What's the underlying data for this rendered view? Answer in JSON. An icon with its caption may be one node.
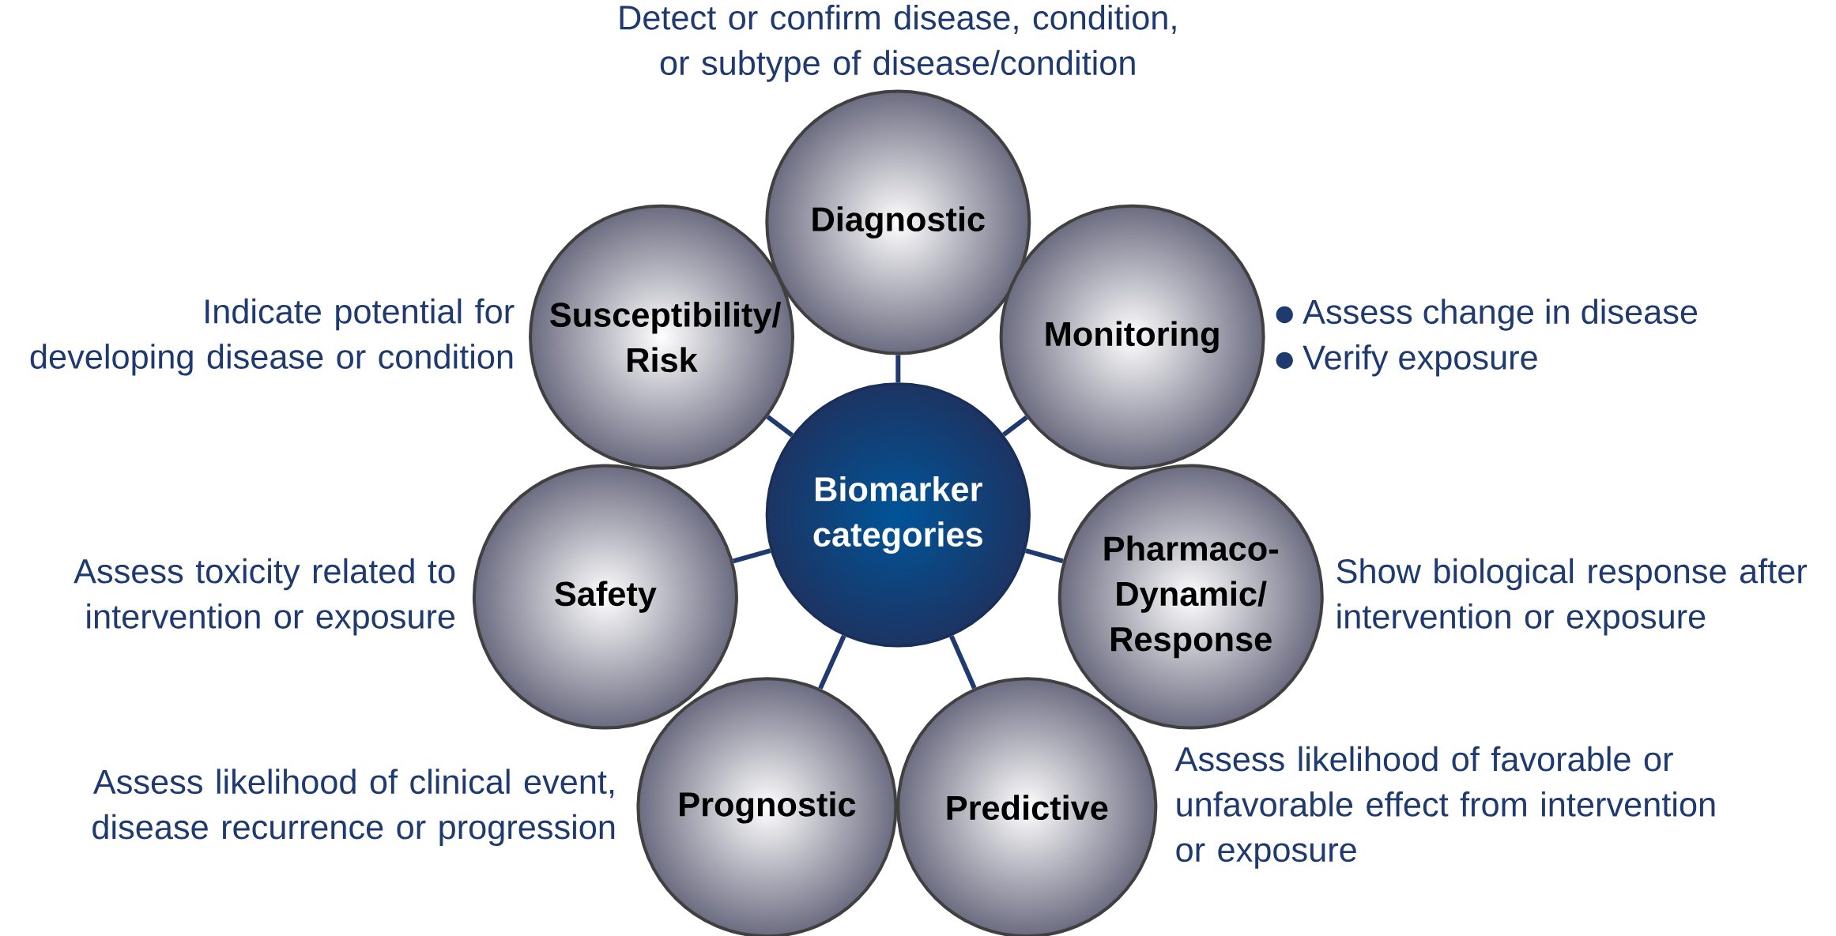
{
  "diagram": {
    "nodes": [
      {
        "text": [
          "Biomarker categories"
        ]
      },
      {
        "text": [
          "Diagnostic"
        ],
        "beside": [
          "Detect or confirm disease, condition, or subtype of disease/condition"
        ]
      },
      {
        "text": [
          "Susceptibility/ Risk"
        ],
        "beside": [
          "Indicate potential for developing disease or condition"
        ]
      },
      {
        "text": [
          "Monitoring"
        ],
        "beside": [
          "Assess change in disease",
          "Verify exposure"
        ]
      },
      {
        "text": [
          "Safety"
        ],
        "beside": [
          "Assess toxicity related to intervention or exposure"
        ]
      },
      {
        "text": [
          "Pharmaco- Dynamic/ Response"
        ],
        "beside": [
          "Show biological response after intervention or exposure"
        ]
      },
      {
        "text": [
          "Prognostic"
        ],
        "beside": [
          "Assess likelihood of clinical event, disease recurrence or progression"
        ]
      },
      {
        "text": [
          "Predictive"
        ],
        "beside": [
          "Assess likelihood of favorable or unfavorable effect from intervention or exposure"
        ]
      }
    ],
    "edges": [
      {
        "from": 0,
        "to": 1,
        "arrow": "none"
      },
      {
        "from": 0,
        "to": 2,
        "arrow": "none"
      },
      {
        "from": 0,
        "to": 3,
        "arrow": "none"
      },
      {
        "from": 0,
        "to": 4,
        "arrow": "none"
      },
      {
        "from": 0,
        "to": 5,
        "arrow": "none"
      },
      {
        "from": 0,
        "to": 6,
        "arrow": "none"
      },
      {
        "from": 0,
        "to": 7,
        "arrow": "none"
      }
    ]
  }
}
